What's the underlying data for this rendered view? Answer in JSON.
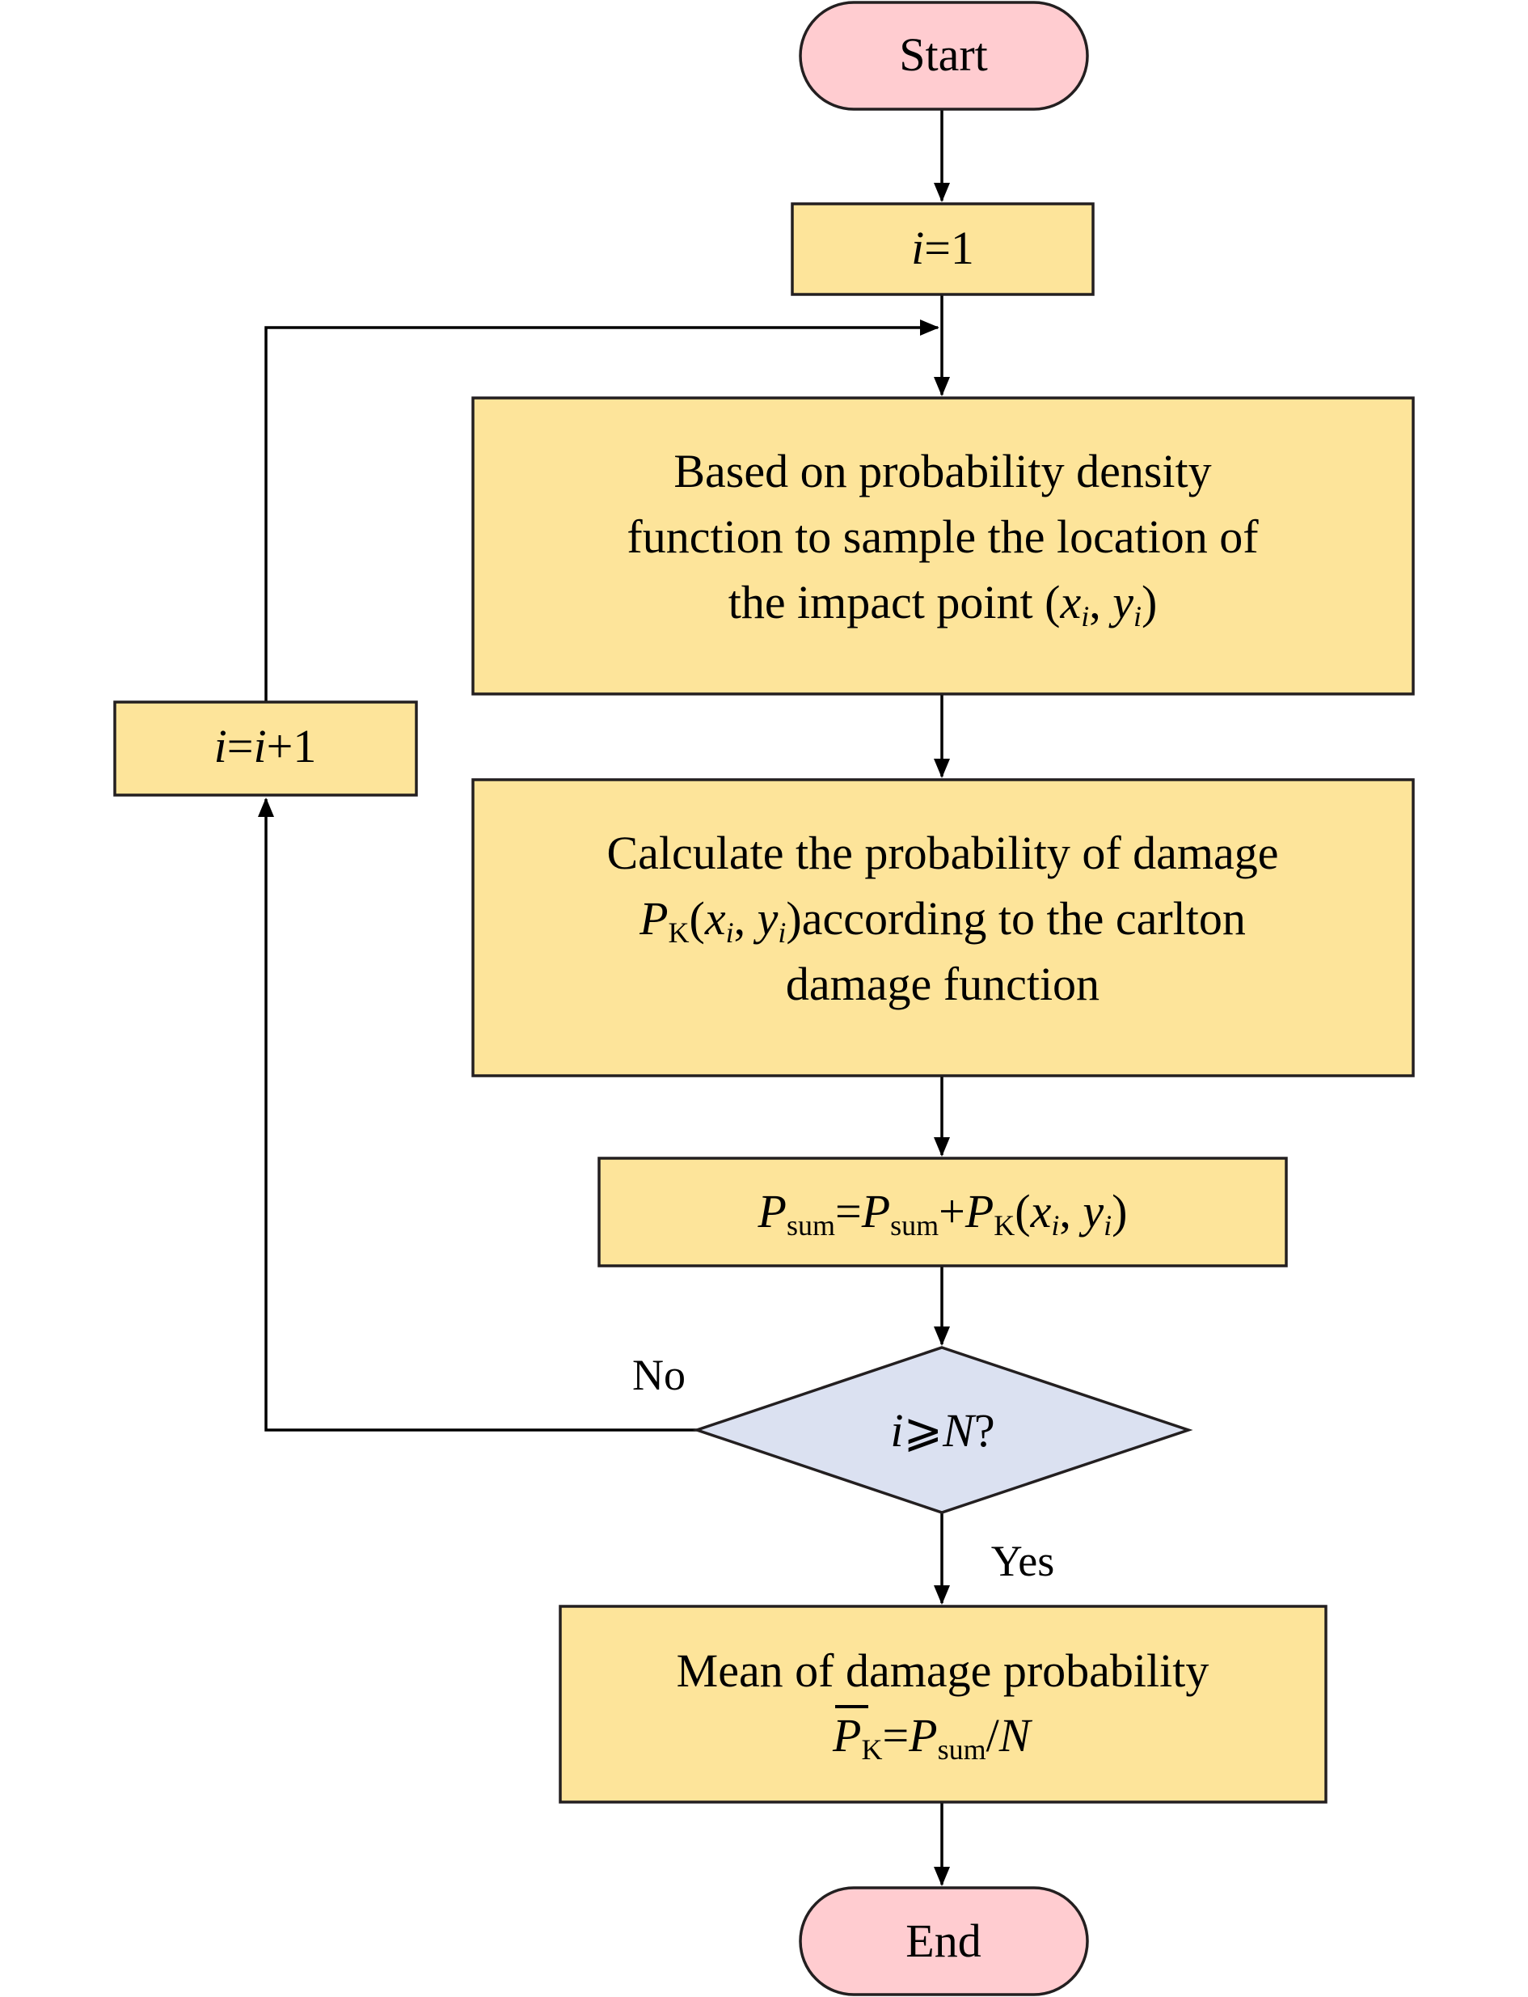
{
  "nodes": {
    "start": {
      "label": "Start"
    },
    "init": {
      "var": "i",
      "eq": "=1"
    },
    "sample": {
      "line1": "Based on probability density",
      "line2": "function to sample the location of",
      "line3_prefix": "the impact point (",
      "x": "x",
      "i": "i",
      "comma": ", ",
      "y": "y",
      "close": ")"
    },
    "calc": {
      "line1": "Calculate the probability of damage",
      "P": "P",
      "K": "K",
      "open": "(",
      "x": "x",
      "i": "i",
      "comma": ", ",
      "y": "y",
      "line2_suffix": ")according to the carlton",
      "line3": "damage function"
    },
    "sum": {
      "P": "P",
      "sum": "sum",
      "eq": "=",
      "plus": "+",
      "K": "K",
      "open": "(",
      "x": "x",
      "i": "i",
      "comma": ", ",
      "y": "y",
      "close": ")"
    },
    "decision": {
      "i": "i",
      "op": "⩾",
      "N": "N",
      "q": "?"
    },
    "increment": {
      "i": "i",
      "eq": "=",
      "plus": "+1"
    },
    "mean": {
      "line1": "Mean of damage probability",
      "P": "P",
      "K": "K",
      "eq": "=",
      "sum": "sum",
      "slash": "/",
      "N": "N"
    },
    "end": {
      "label": "End"
    }
  },
  "edges": {
    "no_label": "No",
    "yes_label": "Yes"
  },
  "colors": {
    "process": "#fde49a",
    "terminal": "#ffccd0",
    "decision": "#dbe1f1",
    "stroke": "#231f20"
  }
}
